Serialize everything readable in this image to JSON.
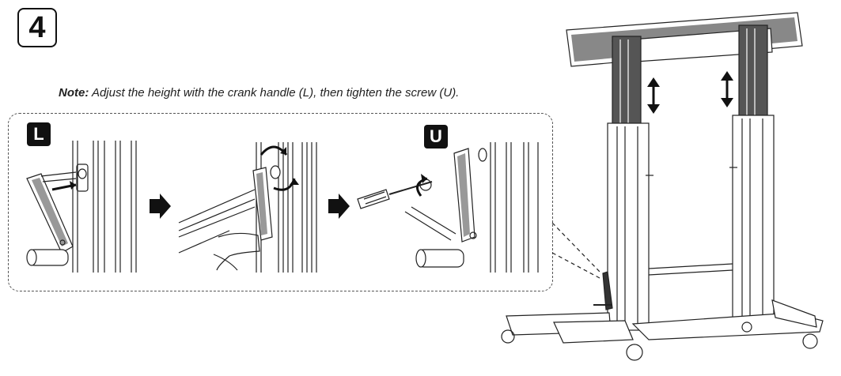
{
  "step": {
    "number": "4"
  },
  "note": {
    "label": "Note:",
    "text": " Adjust the height with the crank handle (L), then tighten the screw (U)."
  },
  "tags": {
    "crank_handle": "L",
    "screw": "U"
  },
  "icons": [
    "arrow-right-icon",
    "double-arrow-vertical-icon",
    "rotation-arrow-icon",
    "screwdriver-icon",
    "crank-handle-icon"
  ],
  "colors": {
    "ink": "#111111",
    "panel_border": "#555555",
    "arrow": "#111111"
  }
}
